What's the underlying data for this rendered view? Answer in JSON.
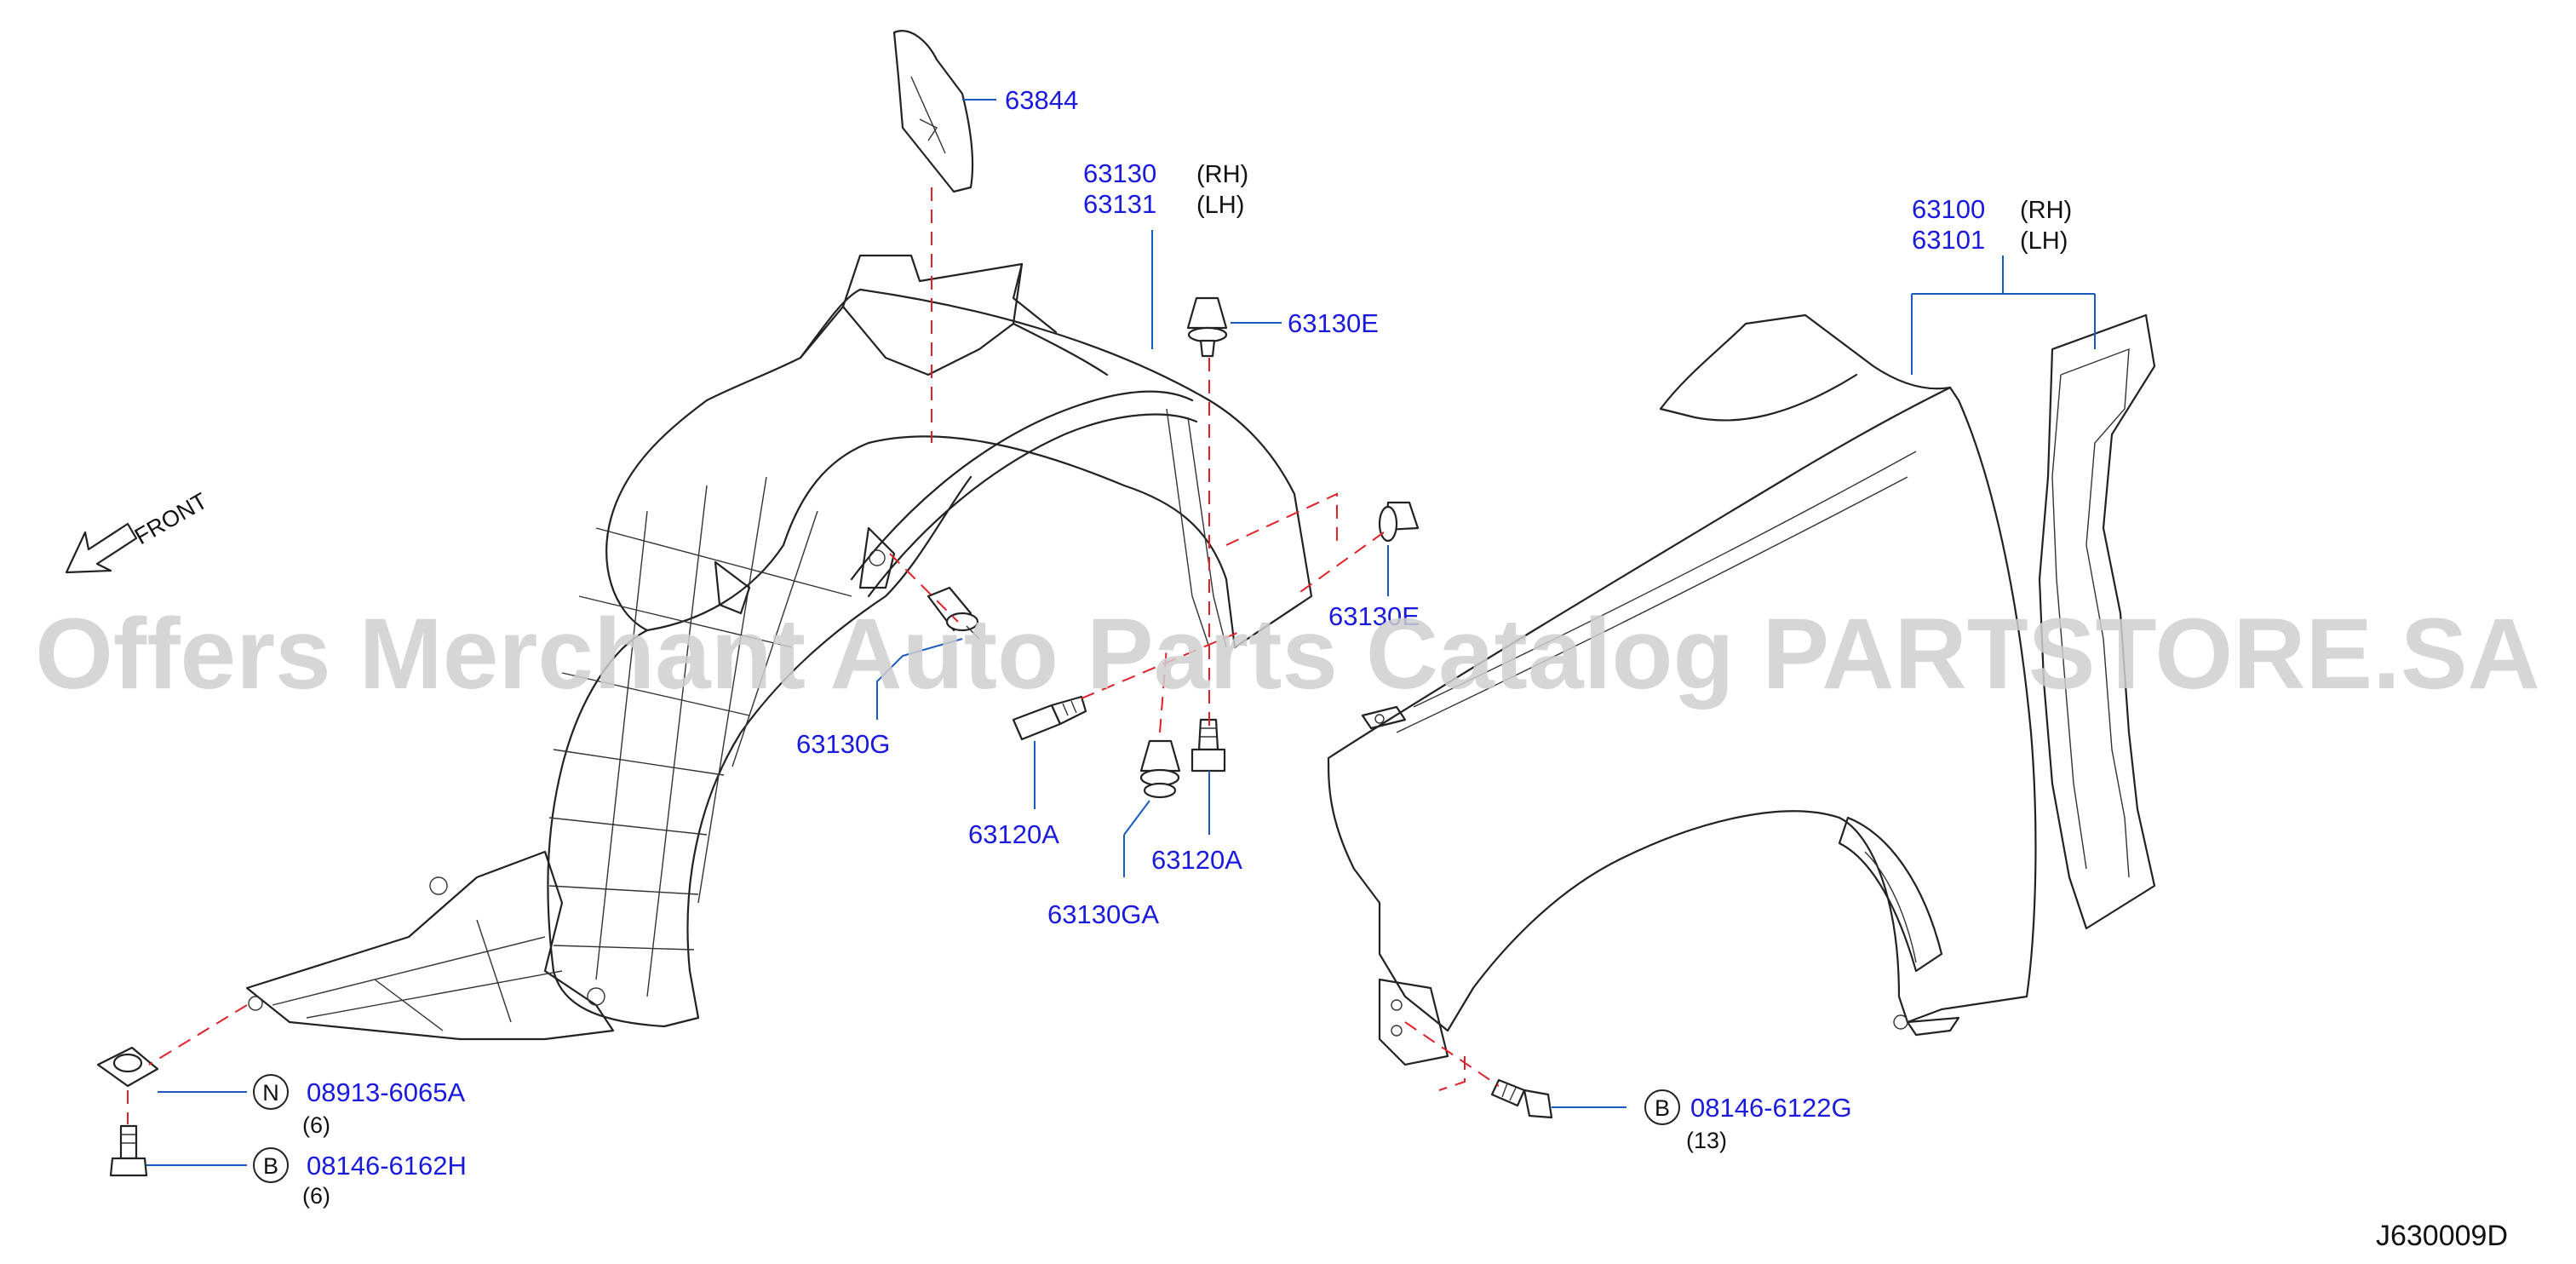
{
  "labels": {
    "p63844": "63844",
    "p63130": "63130",
    "p63131": "63131",
    "rh1": "(RH)",
    "lh1": "(LH)",
    "p63130E_top": "63130E",
    "p63130E_mid": "63130E",
    "p63130G": "63130G",
    "p63120A_left": "63120A",
    "p63130GA": "63130GA",
    "p63120A_right": "63120A",
    "p63100": "63100",
    "p63101": "63101",
    "rh2": "(RH)",
    "lh2": "(LH)",
    "p08913": "08913-6065A",
    "p08913_qty": "(6)",
    "p08146H": "08146-6162H",
    "p08146H_qty": "(6)",
    "p08146G": "08146-6122G",
    "p08146G_qty": "(13)",
    "marker_N": "N",
    "marker_B1": "B",
    "marker_B2": "B",
    "front": "FRONT",
    "diagram_code": "J630009D",
    "watermark": "Offers Merchant Auto Parts Catalog PARTSTORE.SA"
  },
  "colors": {
    "label_blue": "#1a1adf",
    "leader_blue": "#1a5bbf",
    "dash_red": "#e0202a",
    "watermark_gray": "#cfcfcf"
  }
}
